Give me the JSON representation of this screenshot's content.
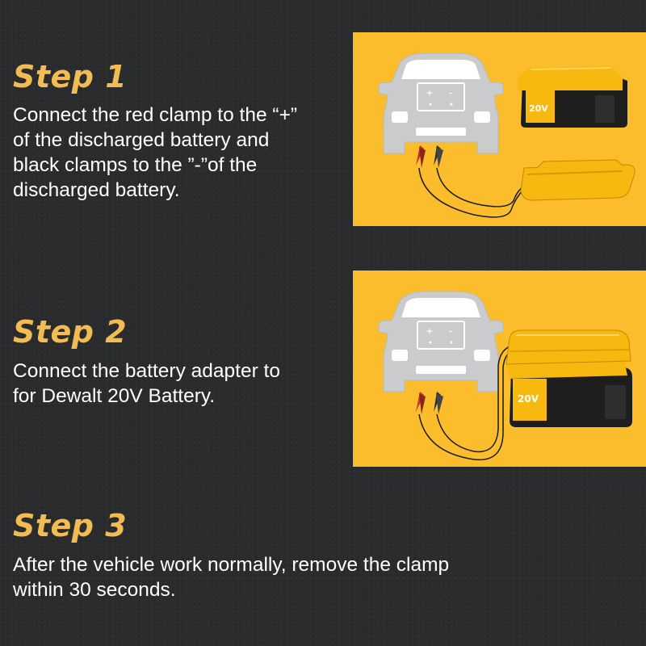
{
  "steps": [
    {
      "title": "Step 1",
      "text": "Connect the red clamp to the “+”\nof the discharged battery and\nblack clamps to the ”-”of the\ndischarged battery."
    },
    {
      "title": "Step 2",
      "text": "Connect the battery adapter to\n for Dewalt 20V Battery."
    },
    {
      "title": "Step 3",
      "text": "After the vehicle work normally, remove the clamp\nwithin 30 seconds."
    }
  ],
  "illustrations": {
    "battery_label": "20V",
    "terminal_plus": "+",
    "terminal_minus": "-"
  },
  "colors": {
    "background": "#2a2b2d",
    "accent": "#f2bc53",
    "panel": "#fbbd2c",
    "battery_yellow": "#f7b90f",
    "battery_black": "#1e1e1e",
    "car_gray": "#c9cbcc",
    "clamp_red": "#c0392b"
  },
  "icons": [
    "car-icon",
    "car-battery-icon",
    "jumper-clamp-icon",
    "power-tool-battery-icon",
    "battery-adapter-icon"
  ]
}
